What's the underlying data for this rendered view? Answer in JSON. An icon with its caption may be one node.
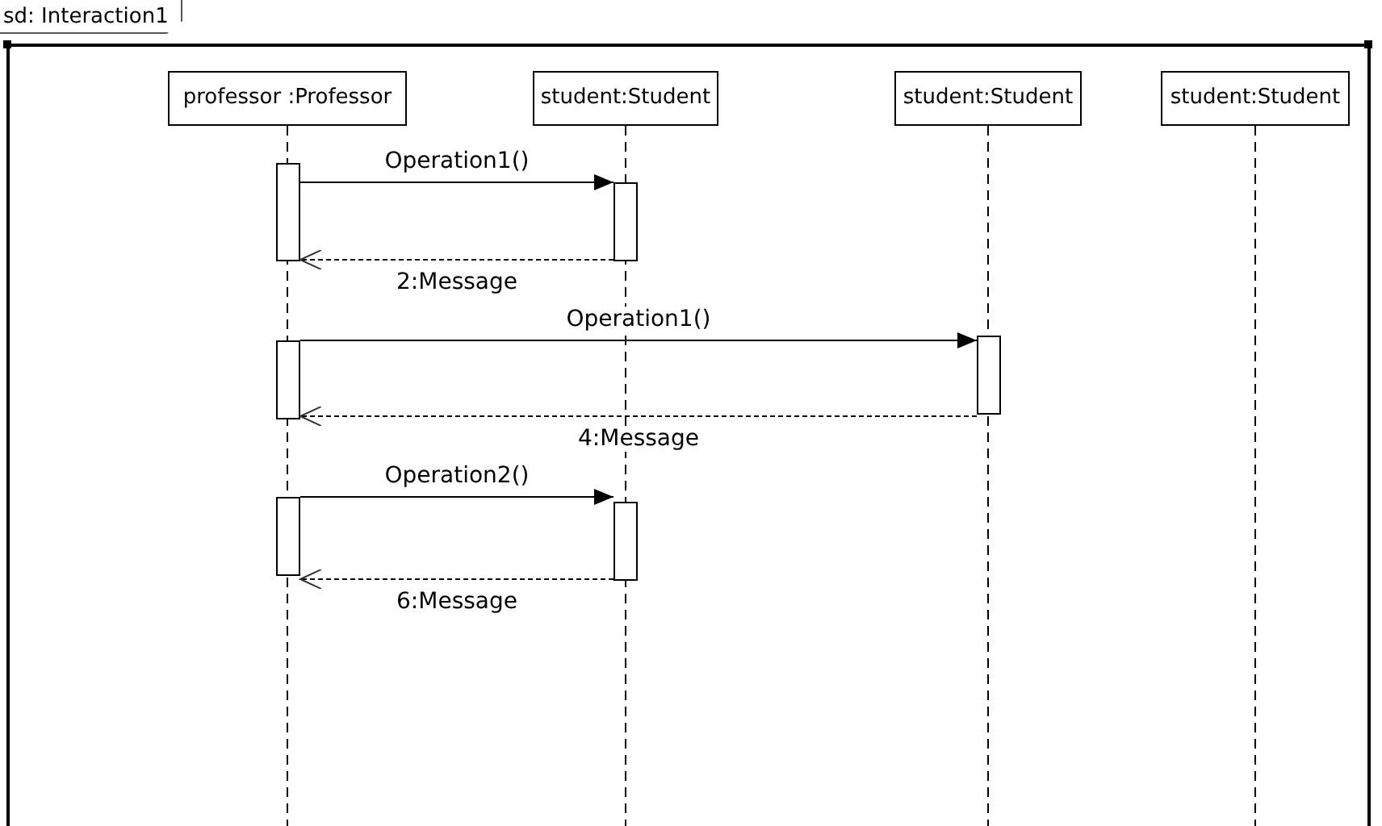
{
  "diagram": {
    "nodes": [
      {
        "text": [
          "sd: Interaction1"
        ]
      },
      {
        "text": [
          "professor :Professor"
        ],
        "in": 0
      },
      {
        "text": [
          "student:Student"
        ],
        "in": 0
      },
      {
        "text": [
          "student:Student"
        ],
        "in": 0
      },
      {
        "text": [
          "student:Student"
        ],
        "in": 0
      },
      {
        "text": [],
        "shape": "bar",
        "in": 0
      },
      {
        "text": [],
        "shape": "bar",
        "in": 0
      },
      {
        "text": [],
        "shape": "bar",
        "in": 0
      },
      {
        "text": [],
        "shape": "bar",
        "in": 0
      },
      {
        "text": [],
        "shape": "bar",
        "in": 0
      },
      {
        "text": [],
        "shape": "bar",
        "in": 0
      }
    ],
    "edges": [
      {
        "from": 5,
        "to": 6,
        "arrow": "to",
        "label": "Operation1()"
      },
      {
        "from": 6,
        "to": 5,
        "arrow": "to",
        "label": "2:Message",
        "style": "dashed"
      },
      {
        "from": 7,
        "to": 8,
        "arrow": "to",
        "label": "Operation1()"
      },
      {
        "from": 8,
        "to": 7,
        "arrow": "to",
        "label": "4:Message",
        "style": "dashed"
      },
      {
        "from": 9,
        "to": 10,
        "arrow": "to",
        "label": "Operation2()"
      },
      {
        "from": 10,
        "to": 9,
        "arrow": "to",
        "label": "6:Message",
        "style": "dashed"
      }
    ]
  }
}
